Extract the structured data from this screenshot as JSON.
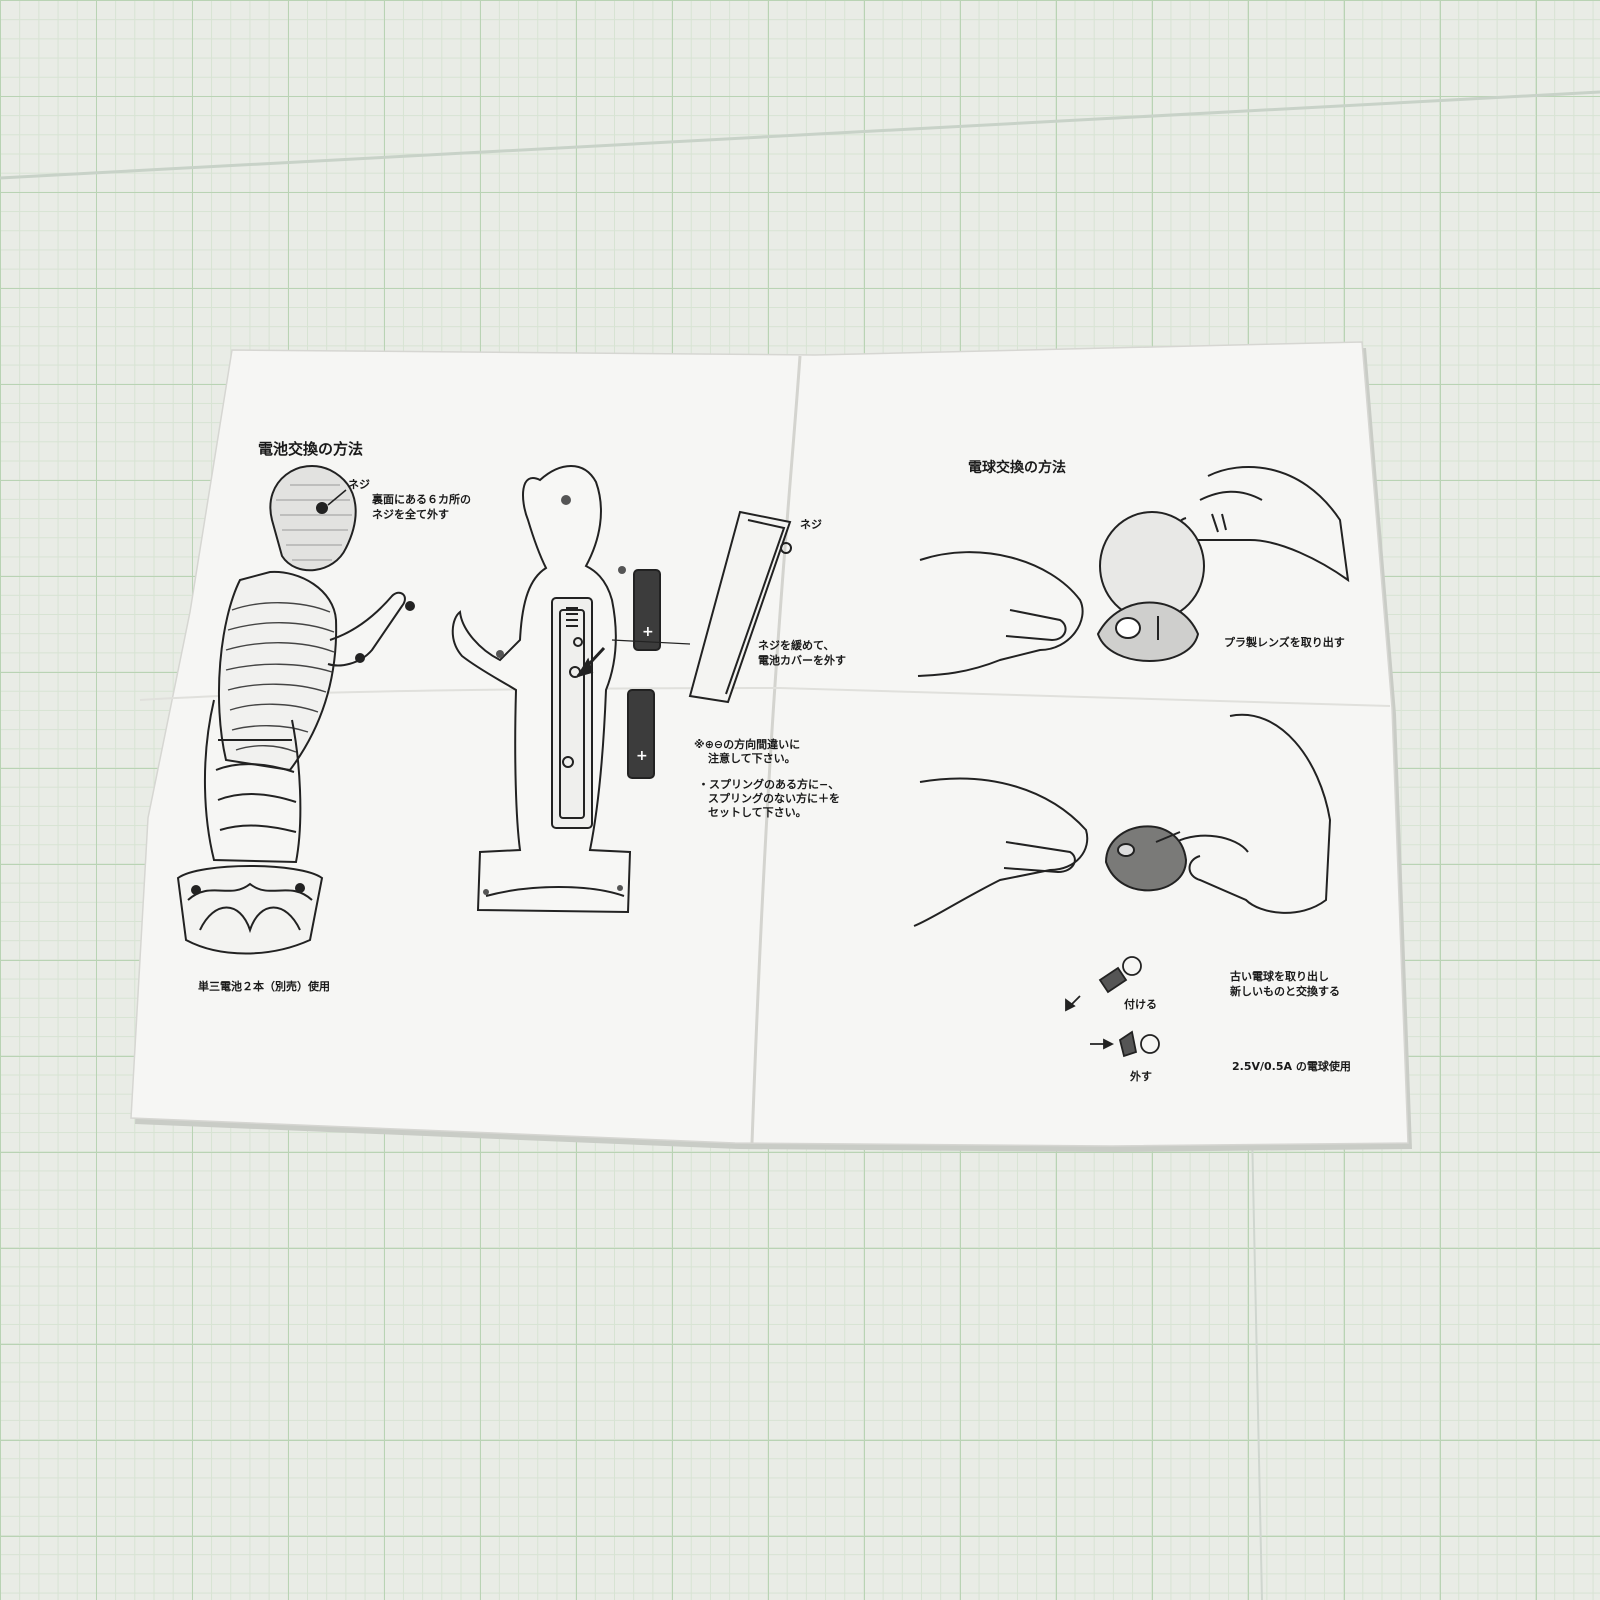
{
  "left": {
    "title": "電池交換の方法",
    "screw_label": "ネジ",
    "screw_instruction_1": "裏面にある６カ所の",
    "screw_instruction_2": "ネジを全て外す",
    "cover_screw_label": "ネジ",
    "cover_instruction_1": "ネジを緩めて、",
    "cover_instruction_2": "電池カバーを外す",
    "note_1a": "※⊕⊖の方向間違いに",
    "note_1b": "注意して下さい。",
    "note_2a": "・スプリングのある方に−、",
    "note_2b": "スプリングのない方に＋を",
    "note_2c": "セットして下さい。",
    "battery_usage": "単三電池２本（別売）使用"
  },
  "right": {
    "title": "電球交換の方法",
    "lens_instruction": "プラ製レンズを取り出す",
    "bulb_instruction_1": "古い電球を取り出し",
    "bulb_instruction_2": "新しいものと交換する",
    "attach_label": "付ける",
    "remove_label": "外す",
    "bulb_spec": "2.5V/0.5A の電球使用"
  },
  "colors": {
    "paper": "#f6f6f4",
    "ink": "#1a1a1a",
    "grid": "#b9d3b4"
  }
}
